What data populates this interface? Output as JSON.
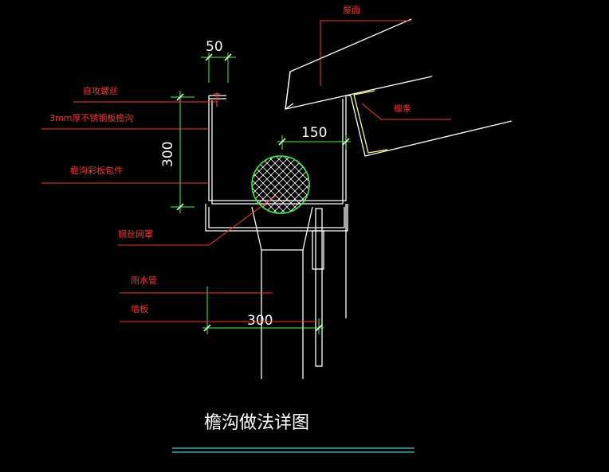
{
  "labels": {
    "roof_panel": "屋面",
    "purlin": "檩条",
    "self_tapping_screw": "自攻螺丝",
    "gutter_material": "3mm厚不锈钢板檐沟",
    "gutter_color_wrap": "檐沟彩板包件",
    "wire_mesh_cover": "钢丝网罩",
    "downpipe": "雨水管",
    "wall_panel": "墙板"
  },
  "dimensions": {
    "lip_width": "50",
    "gutter_height": "300",
    "offset": "150",
    "gutter_width": "300"
  },
  "title": "檐沟做法详图",
  "colors": {
    "background": "#000000",
    "outline": "#ffffff",
    "label": "#ff3030",
    "leader": "#ff3030",
    "dimension": "#33ff33",
    "mesh": "#33ff33",
    "purlin": "#ffff66",
    "title_underline": "#33cccc"
  }
}
